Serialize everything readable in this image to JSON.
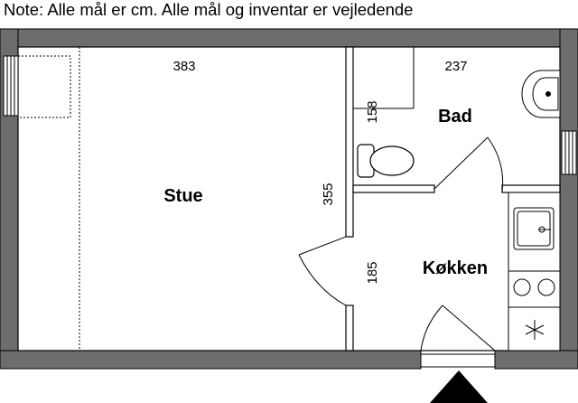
{
  "note": "Note: Alle mål er cm. Alle mål og inventar er vejledende",
  "rooms": {
    "stue": "Stue",
    "bad": "Bad",
    "kokken": "Køkken"
  },
  "dimensions": {
    "stue_width": "383",
    "stue_height": "355",
    "bad_width": "237",
    "bad_height": "158",
    "kokken_height": "185"
  },
  "colors": {
    "wall": "#6d6d6d",
    "line": "#000000",
    "entrance": "#000000"
  },
  "icons": {
    "entrance": "entrance-arrow-icon",
    "stove": "stove-burner-icon",
    "sink": "kitchen-sink-icon",
    "basin": "wash-basin-icon",
    "toilet": "toilet-icon"
  }
}
